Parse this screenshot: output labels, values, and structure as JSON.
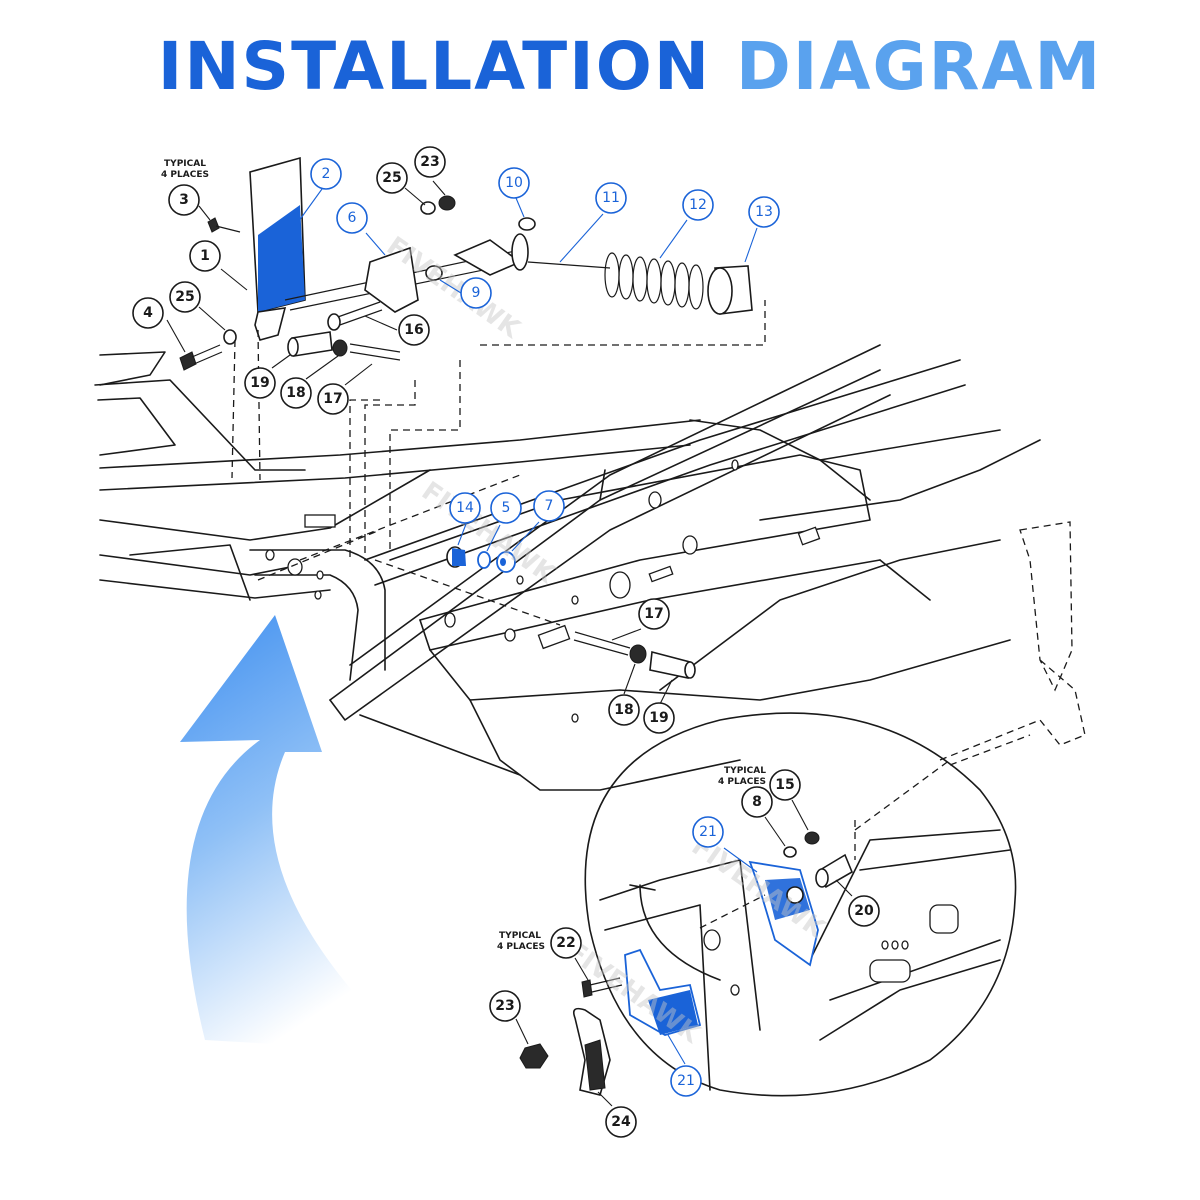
{
  "title": {
    "word1": "INSTALLATION",
    "word2": "DIAGRAM"
  },
  "notes": {
    "typical_4_places_line1": "TYPICAL",
    "typical_4_places_line2": "4 PLACES"
  },
  "watermark": "FIVEHAWK",
  "colors": {
    "highlight": "#1a63d8",
    "title_light": "#5aa2ee",
    "arrow": "#3f8ff0"
  },
  "callouts": [
    {
      "label": "1",
      "highlight": false
    },
    {
      "label": "2",
      "highlight": true
    },
    {
      "label": "3",
      "highlight": false
    },
    {
      "label": "4",
      "highlight": false
    },
    {
      "label": "25",
      "highlight": false
    },
    {
      "label": "25",
      "highlight": false
    },
    {
      "label": "23",
      "highlight": false
    },
    {
      "label": "6",
      "highlight": true
    },
    {
      "label": "9",
      "highlight": true
    },
    {
      "label": "10",
      "highlight": true
    },
    {
      "label": "11",
      "highlight": true
    },
    {
      "label": "12",
      "highlight": true
    },
    {
      "label": "13",
      "highlight": true
    },
    {
      "label": "16",
      "highlight": false
    },
    {
      "label": "19",
      "highlight": false
    },
    {
      "label": "18",
      "highlight": false
    },
    {
      "label": "17",
      "highlight": false
    },
    {
      "label": "14",
      "highlight": true
    },
    {
      "label": "5",
      "highlight": true
    },
    {
      "label": "7",
      "highlight": true
    },
    {
      "label": "17",
      "highlight": false
    },
    {
      "label": "18",
      "highlight": false
    },
    {
      "label": "19",
      "highlight": false
    },
    {
      "label": "8",
      "highlight": false
    },
    {
      "label": "15",
      "highlight": false
    },
    {
      "label": "21",
      "highlight": true
    },
    {
      "label": "20",
      "highlight": false
    },
    {
      "label": "22",
      "highlight": false
    },
    {
      "label": "23",
      "highlight": false
    },
    {
      "label": "21",
      "highlight": true
    },
    {
      "label": "24",
      "highlight": false
    }
  ]
}
